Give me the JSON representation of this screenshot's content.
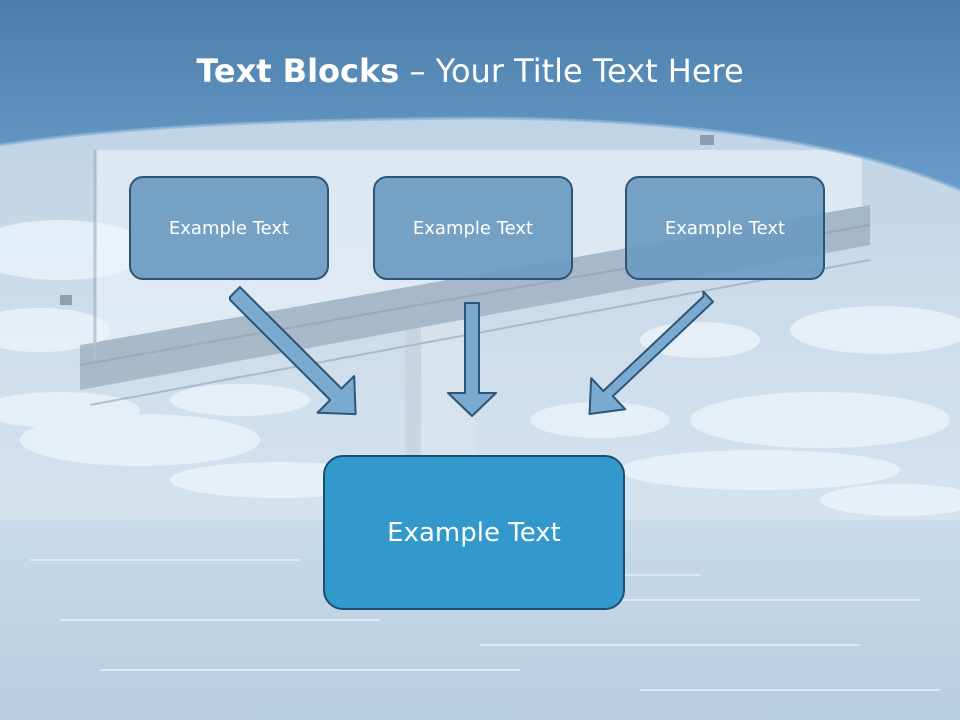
{
  "slide": {
    "title_bold": "Text Blocks",
    "title_dash": "–",
    "title_rest": "Your Title Text Here"
  },
  "blocks": [
    {
      "label": "Example Text"
    },
    {
      "label": "Example Text"
    },
    {
      "label": "Example Text"
    }
  ],
  "target": {
    "label": "Example Text"
  },
  "colors": {
    "header_blue": "#4f86b2",
    "box_fill": "#6d9bc2",
    "box_border": "#2e5575",
    "target_fill": "#3398cc",
    "arrow_fill": "#7aaad0"
  }
}
